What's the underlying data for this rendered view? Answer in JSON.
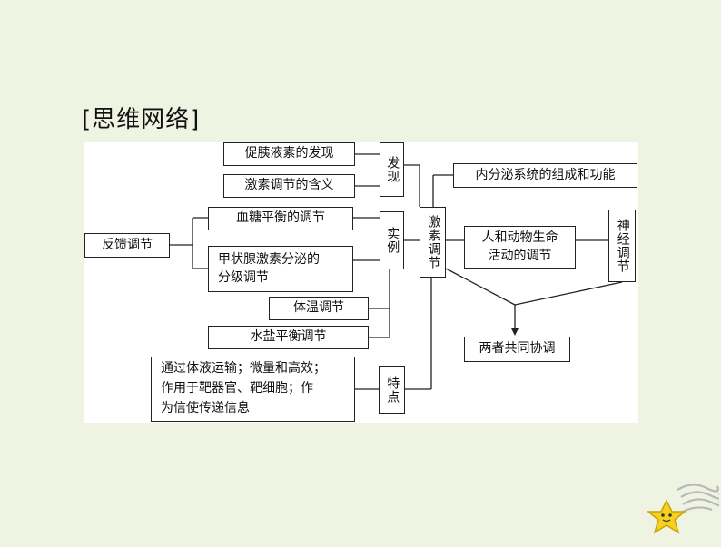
{
  "title": "[思维网络]",
  "nodes": {
    "cuyi": "促胰液素的发现",
    "hanyi": "激素调节的含义",
    "faxian": "发现",
    "xuetang": "血糖平衡的调节",
    "jiazhuang": "甲状腺激素分泌的\n分级调节",
    "tiwen": "体温调节",
    "shuiyan": "水盐平衡调节",
    "shili": "实例",
    "fankui": "反馈调节",
    "jisu": "激素调节",
    "neifenmi": "内分泌系统的组成和功能",
    "renhedongwu": "人和动物生命\n活动的调节",
    "shenjing": "神经调节",
    "liangzhe": "两者共同协调",
    "tedian_text": "通过体液运输；微量和高效；\n作用于靶器官、靶细胞；作\n为信使传递信息",
    "tedian": "特点"
  },
  "colors": {
    "background": "#eef3e2",
    "panel": "#ffffff",
    "line": "#222222",
    "star": "#f6d21e"
  },
  "icons": [
    "star-icon"
  ]
}
